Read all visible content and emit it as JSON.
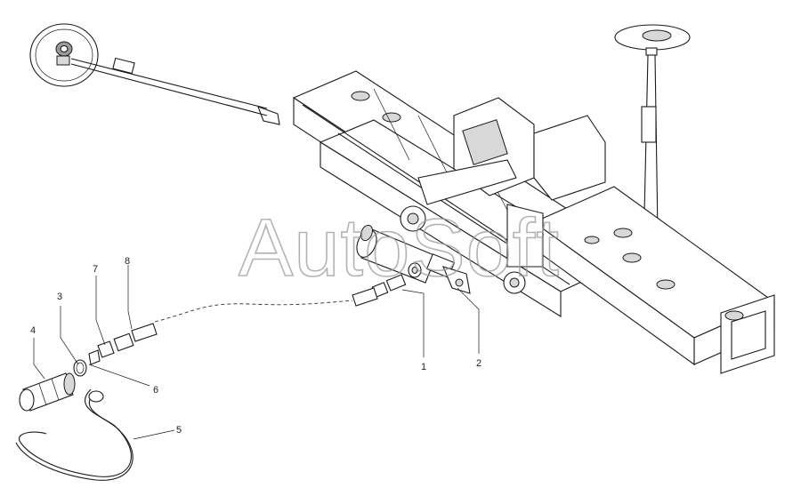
{
  "watermark": "AutoSoft",
  "callouts": [
    {
      "id": "1",
      "label": "1"
    },
    {
      "id": "2",
      "label": "2"
    },
    {
      "id": "3",
      "label": "3"
    },
    {
      "id": "4",
      "label": "4"
    },
    {
      "id": "5",
      "label": "5"
    },
    {
      "id": "6",
      "label": "6"
    },
    {
      "id": "7",
      "label": "7"
    },
    {
      "id": "8",
      "label": "8"
    }
  ],
  "colors": {
    "line": "#1a1a1a",
    "shade": "#d8d8d8",
    "watermark": "#9a9a9a"
  }
}
